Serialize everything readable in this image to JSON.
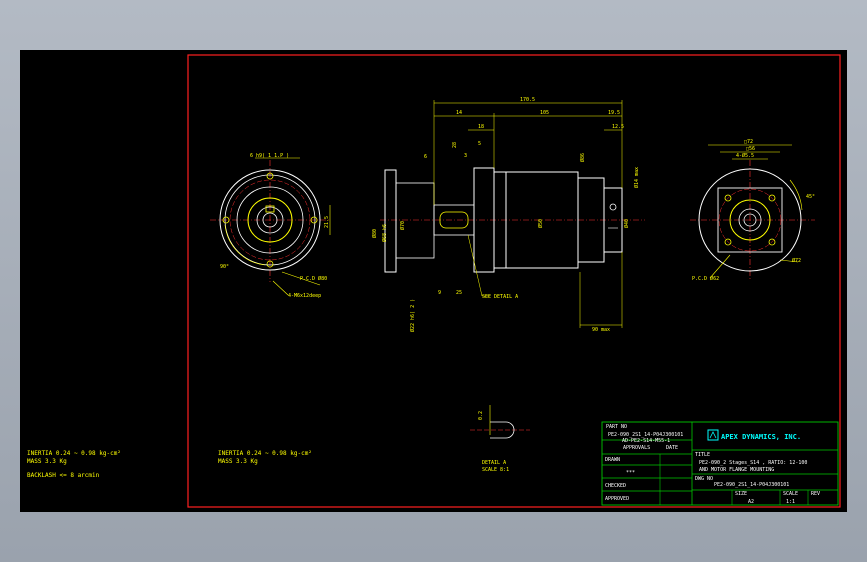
{
  "left_notes": {
    "inertia": "INERTIA 0.24 ~ 0.98 kg-cm²",
    "mass": "MASS 3.3 Kg",
    "backlash": "BACKLASH <= 8 arcmin"
  },
  "mid_notes": {
    "inertia": "INERTIA 0.24 ~ 0.98 kg-cm²",
    "mass": "MASS 3.3 Kg"
  },
  "front_view": {
    "key_label": "6 h9( 1 1.P )",
    "pcd_label": "P.C.D Ø80",
    "tap_label": "4-M6x12deep",
    "dim_21_5": "21.5",
    "angle": "90°"
  },
  "side_view": {
    "overall": "170.5",
    "d14": "14",
    "d105": "105",
    "d19_5": "19.5",
    "d12_5": "12.5",
    "d18": "18",
    "d28": "28",
    "d6": "6",
    "d3": "3",
    "d9": "9",
    "d25": "25",
    "d5": "5",
    "d80": "Ø80",
    "d68": "Ø68 h6",
    "d70": "Ø70",
    "d50": "Ø50",
    "d86": "Ø86",
    "d40": "Ø40",
    "d14max": "Ø14 max",
    "d22": "Ø22 h6( 2 )",
    "d90max": "90 max",
    "see_detail": "SEE DETAIL A"
  },
  "right_view": {
    "sq72": "□72",
    "sq56": "□56",
    "d4_25": "4-Ø5.5",
    "angle45": "45°",
    "pcd_label": "P.C.D Ø62",
    "d72": "Ø72"
  },
  "detail": {
    "dim": "0.2",
    "title": "DETAIL A",
    "scale": "SCALE 8:1"
  },
  "title_block": {
    "part_no_label": "PART NO",
    "part_no_1": "PE2-090_2S1_14-P04J300101",
    "part_no_2": "AD-PE2-S14-M55-1",
    "approval_label": "APPROVALS",
    "date_label": "DATE",
    "drawn_label": "DRAWN",
    "drawn_value": "***",
    "checked_label": "CHECKED",
    "approved_label": "APPROVED",
    "company": "APEX DYNAMICS, INC.",
    "title_label": "TITLE",
    "title_1": "PE2-090_2 Stages_S14 , RATIO: 12-100",
    "title_2": "AND MOTOR FLANGE MOUNTING",
    "dwg_no_label": "DWG NO",
    "dwg_no": "PE2-090_2S1_14-P04J300101",
    "size_label": "SIZE",
    "size": "A2",
    "scale_label": "SCALE",
    "scale": "1:1",
    "rev_label": "REV"
  },
  "colors": {
    "background": "#000000",
    "geometry": "#ffffff",
    "dimensions": "#ffff00",
    "centerlines": "#ff3030",
    "border": "#ff2020",
    "title_block": "#00c800",
    "logo": "#00ffff"
  }
}
